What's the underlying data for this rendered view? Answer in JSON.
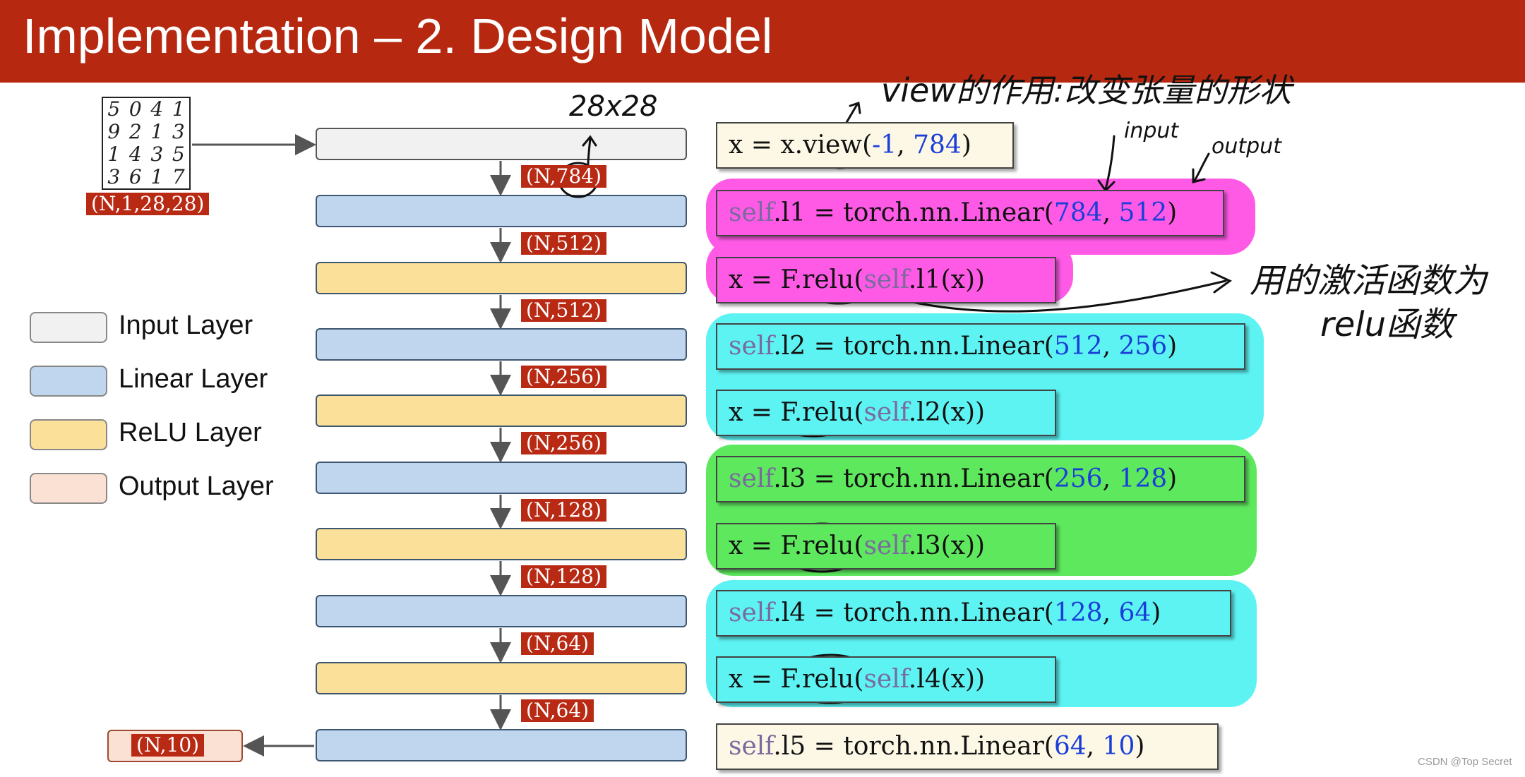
{
  "header": {
    "title": "Implementation – 2. Design Model"
  },
  "input_image": {
    "digits": [
      "5",
      "0",
      "4",
      "1",
      "9",
      "2",
      "1",
      "3",
      "1",
      "4",
      "3",
      "5",
      "3",
      "6",
      "1",
      "7"
    ]
  },
  "shape_labels": {
    "input": "(N,1,28,28)",
    "flat784": "(N,784)",
    "l1_out": "(N,512)",
    "r1_out": "(N,512)",
    "l2_out": "(N,256)",
    "r2_out": "(N,256)",
    "l3_out": "(N,128)",
    "r3_out": "(N,128)",
    "l4_out": "(N,64)",
    "r4_out": "(N,64)",
    "output": "(N,10)"
  },
  "legend": [
    {
      "label": "Input Layer",
      "color": "#f1f1f1"
    },
    {
      "label": "Linear Layer",
      "color": "#bfd6ee"
    },
    {
      "label": "ReLU Layer",
      "color": "#fbe09a"
    },
    {
      "label": "Output Layer",
      "color": "#fbe0d4"
    }
  ],
  "code": {
    "view": {
      "pre": "x = x.",
      "fn": "view",
      "open": "(",
      "a": "-1",
      "sep": ", ",
      "b": "784",
      "close": ")"
    },
    "l1": {
      "self": "self",
      "rest": ".l1 = torch.nn.Linear(",
      "a": "784",
      "sep": ", ",
      "b": "512",
      "close": ")"
    },
    "r1": {
      "pre": "x = F.relu(",
      "self": "self",
      "rest": ".l1(x))"
    },
    "l2": {
      "self": "self",
      "rest": ".l2 = torch.nn.Linear(",
      "a": "512",
      "sep": ", ",
      "b": "256",
      "close": ")"
    },
    "r2": {
      "pre": "x = F.relu(",
      "self": "self",
      "rest": ".l2(x))"
    },
    "l3": {
      "self": "self",
      "rest": ".l3 = torch.nn.Linear(",
      "a": "256",
      "sep": ", ",
      "b": "128",
      "close": ")"
    },
    "r3": {
      "pre": "x = F.relu(",
      "self": "self",
      "rest": ".l3(x))"
    },
    "l4": {
      "self": "self",
      "rest": ".l4 = torch.nn.Linear(",
      "a": "128",
      "sep": ", ",
      "b": "64",
      "close": ")"
    },
    "r4": {
      "pre": "x = F.relu(",
      "self": "self",
      "rest": ".l4(x))"
    },
    "l5": {
      "self": "self",
      "rest": ".l5 = torch.nn.Linear(",
      "a": "64",
      "sep": ", ",
      "b": "10",
      "close": ")"
    }
  },
  "annotations": {
    "size": "28x28",
    "view_note": "view的作用:改变张量的形状",
    "input": "input",
    "output": "output",
    "relu_note_1": "用的激活函数为",
    "relu_note_2": "relu函数"
  },
  "watermark": "CSDN @Top Secret",
  "colors": {
    "header": "#b6280f",
    "label_bg": "#b92a14",
    "highlight_magenta": "#ff5ae6",
    "highlight_cyan": "#5ef3f3",
    "highlight_green": "#5ee85e",
    "code_number": "#1a3fd8",
    "code_self": "#7a6a9e"
  }
}
